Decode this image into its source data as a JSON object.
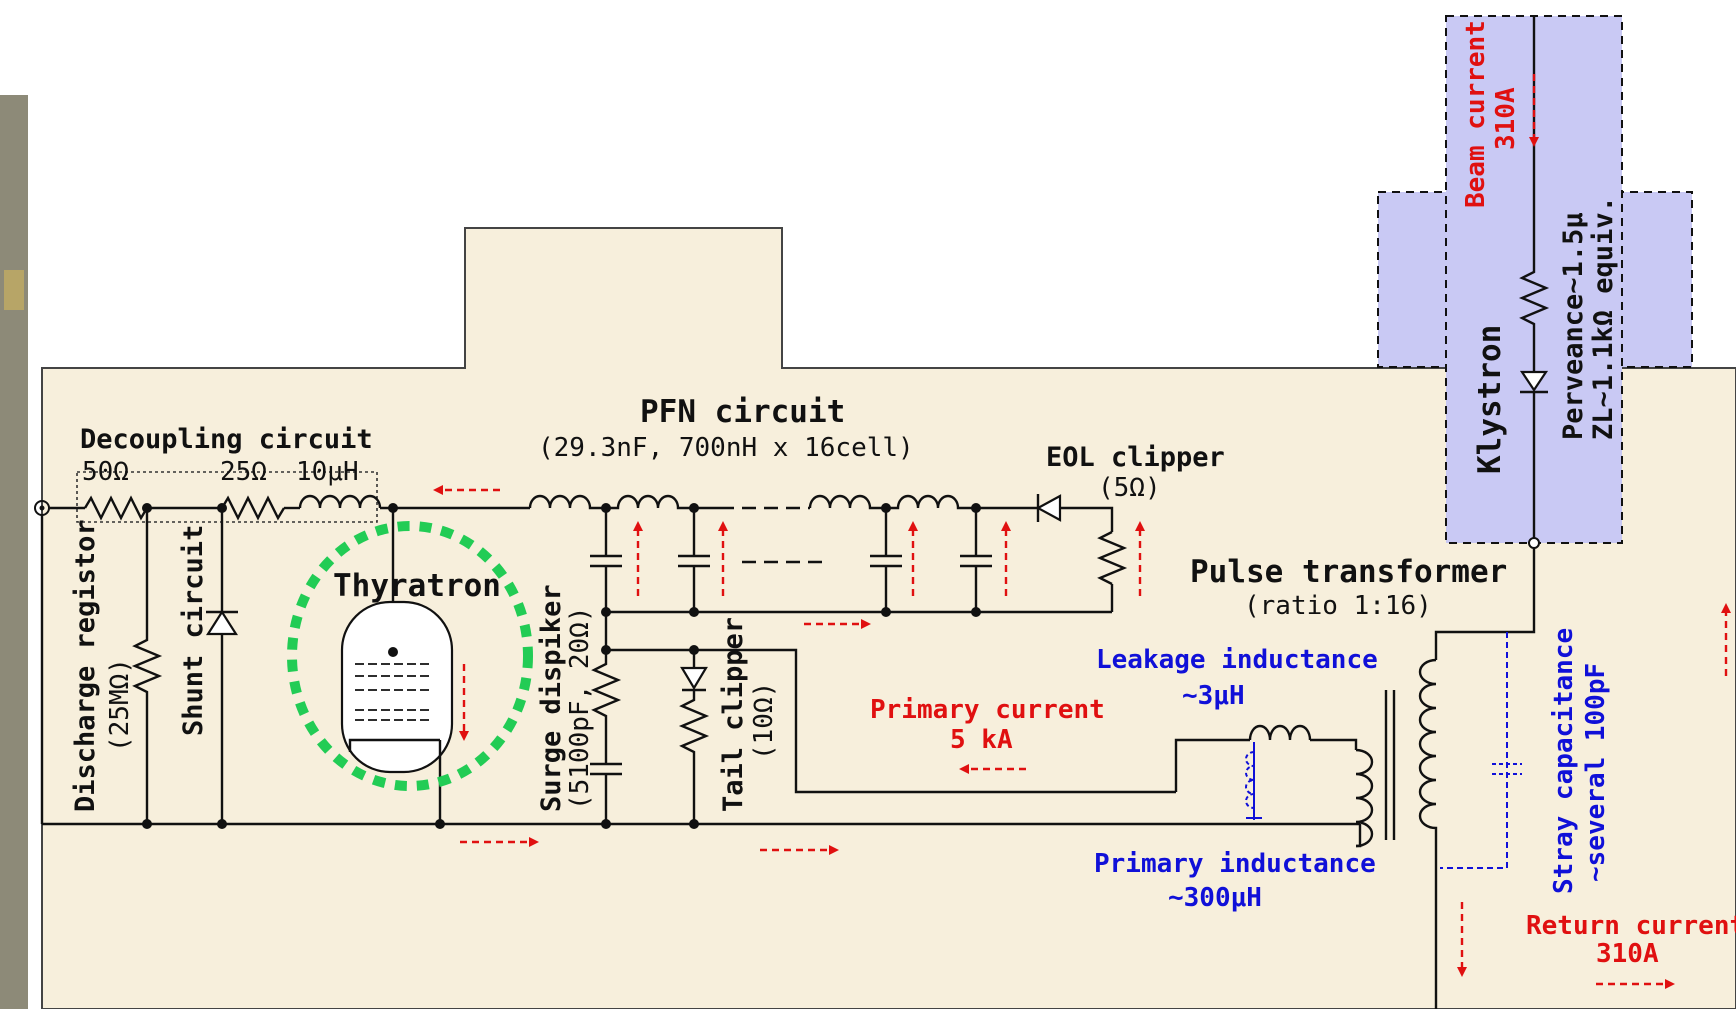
{
  "colors": {
    "cabinet": "#f7efdc",
    "klystron": "#c9c9f4",
    "annotation_red": "#e01010",
    "annotation_blue": "#1010d8",
    "highlight_green": "#22cc55",
    "photo": "#8d8a78"
  },
  "labels": {
    "decoupling": "Decoupling circuit",
    "r50": "50Ω",
    "r25": "25Ω",
    "l10": "10μH",
    "pfn_title": "PFN circuit",
    "pfn_spec": "(29.3nF, 700nH x 16cell)",
    "eol": "EOL clipper",
    "eol_val": "(5Ω)",
    "thyratron": "Thyratron",
    "discharge": "Discharge registor",
    "discharge_val": "(25MΩ)",
    "shunt": "Shunt circuit",
    "surge": "Surge dispiker",
    "surge_val": "(5100pF, 20Ω)",
    "tail": "Tail clipper",
    "tail_val": "(10Ω)",
    "pulse_transformer": "Pulse transformer",
    "pulse_ratio": "(ratio 1:16)",
    "leakage": "Leakage inductance",
    "leakage_val": "~3μH",
    "primary_current": "Primary current",
    "primary_current_val": "5 kA",
    "primary_inductance": "Primary inductance",
    "primary_inductance_val": "~300μH",
    "klystron": "Klystron",
    "beam_current": "Beam current",
    "beam_current_val": "310A",
    "perveance": "Perveance~1.5μ",
    "impedance": "ZL~1.1kΩ equiv.",
    "stray": "Stray capacitance",
    "stray_val": "~several 100pF",
    "return_current": "Return current",
    "return_current_val": "310A"
  }
}
